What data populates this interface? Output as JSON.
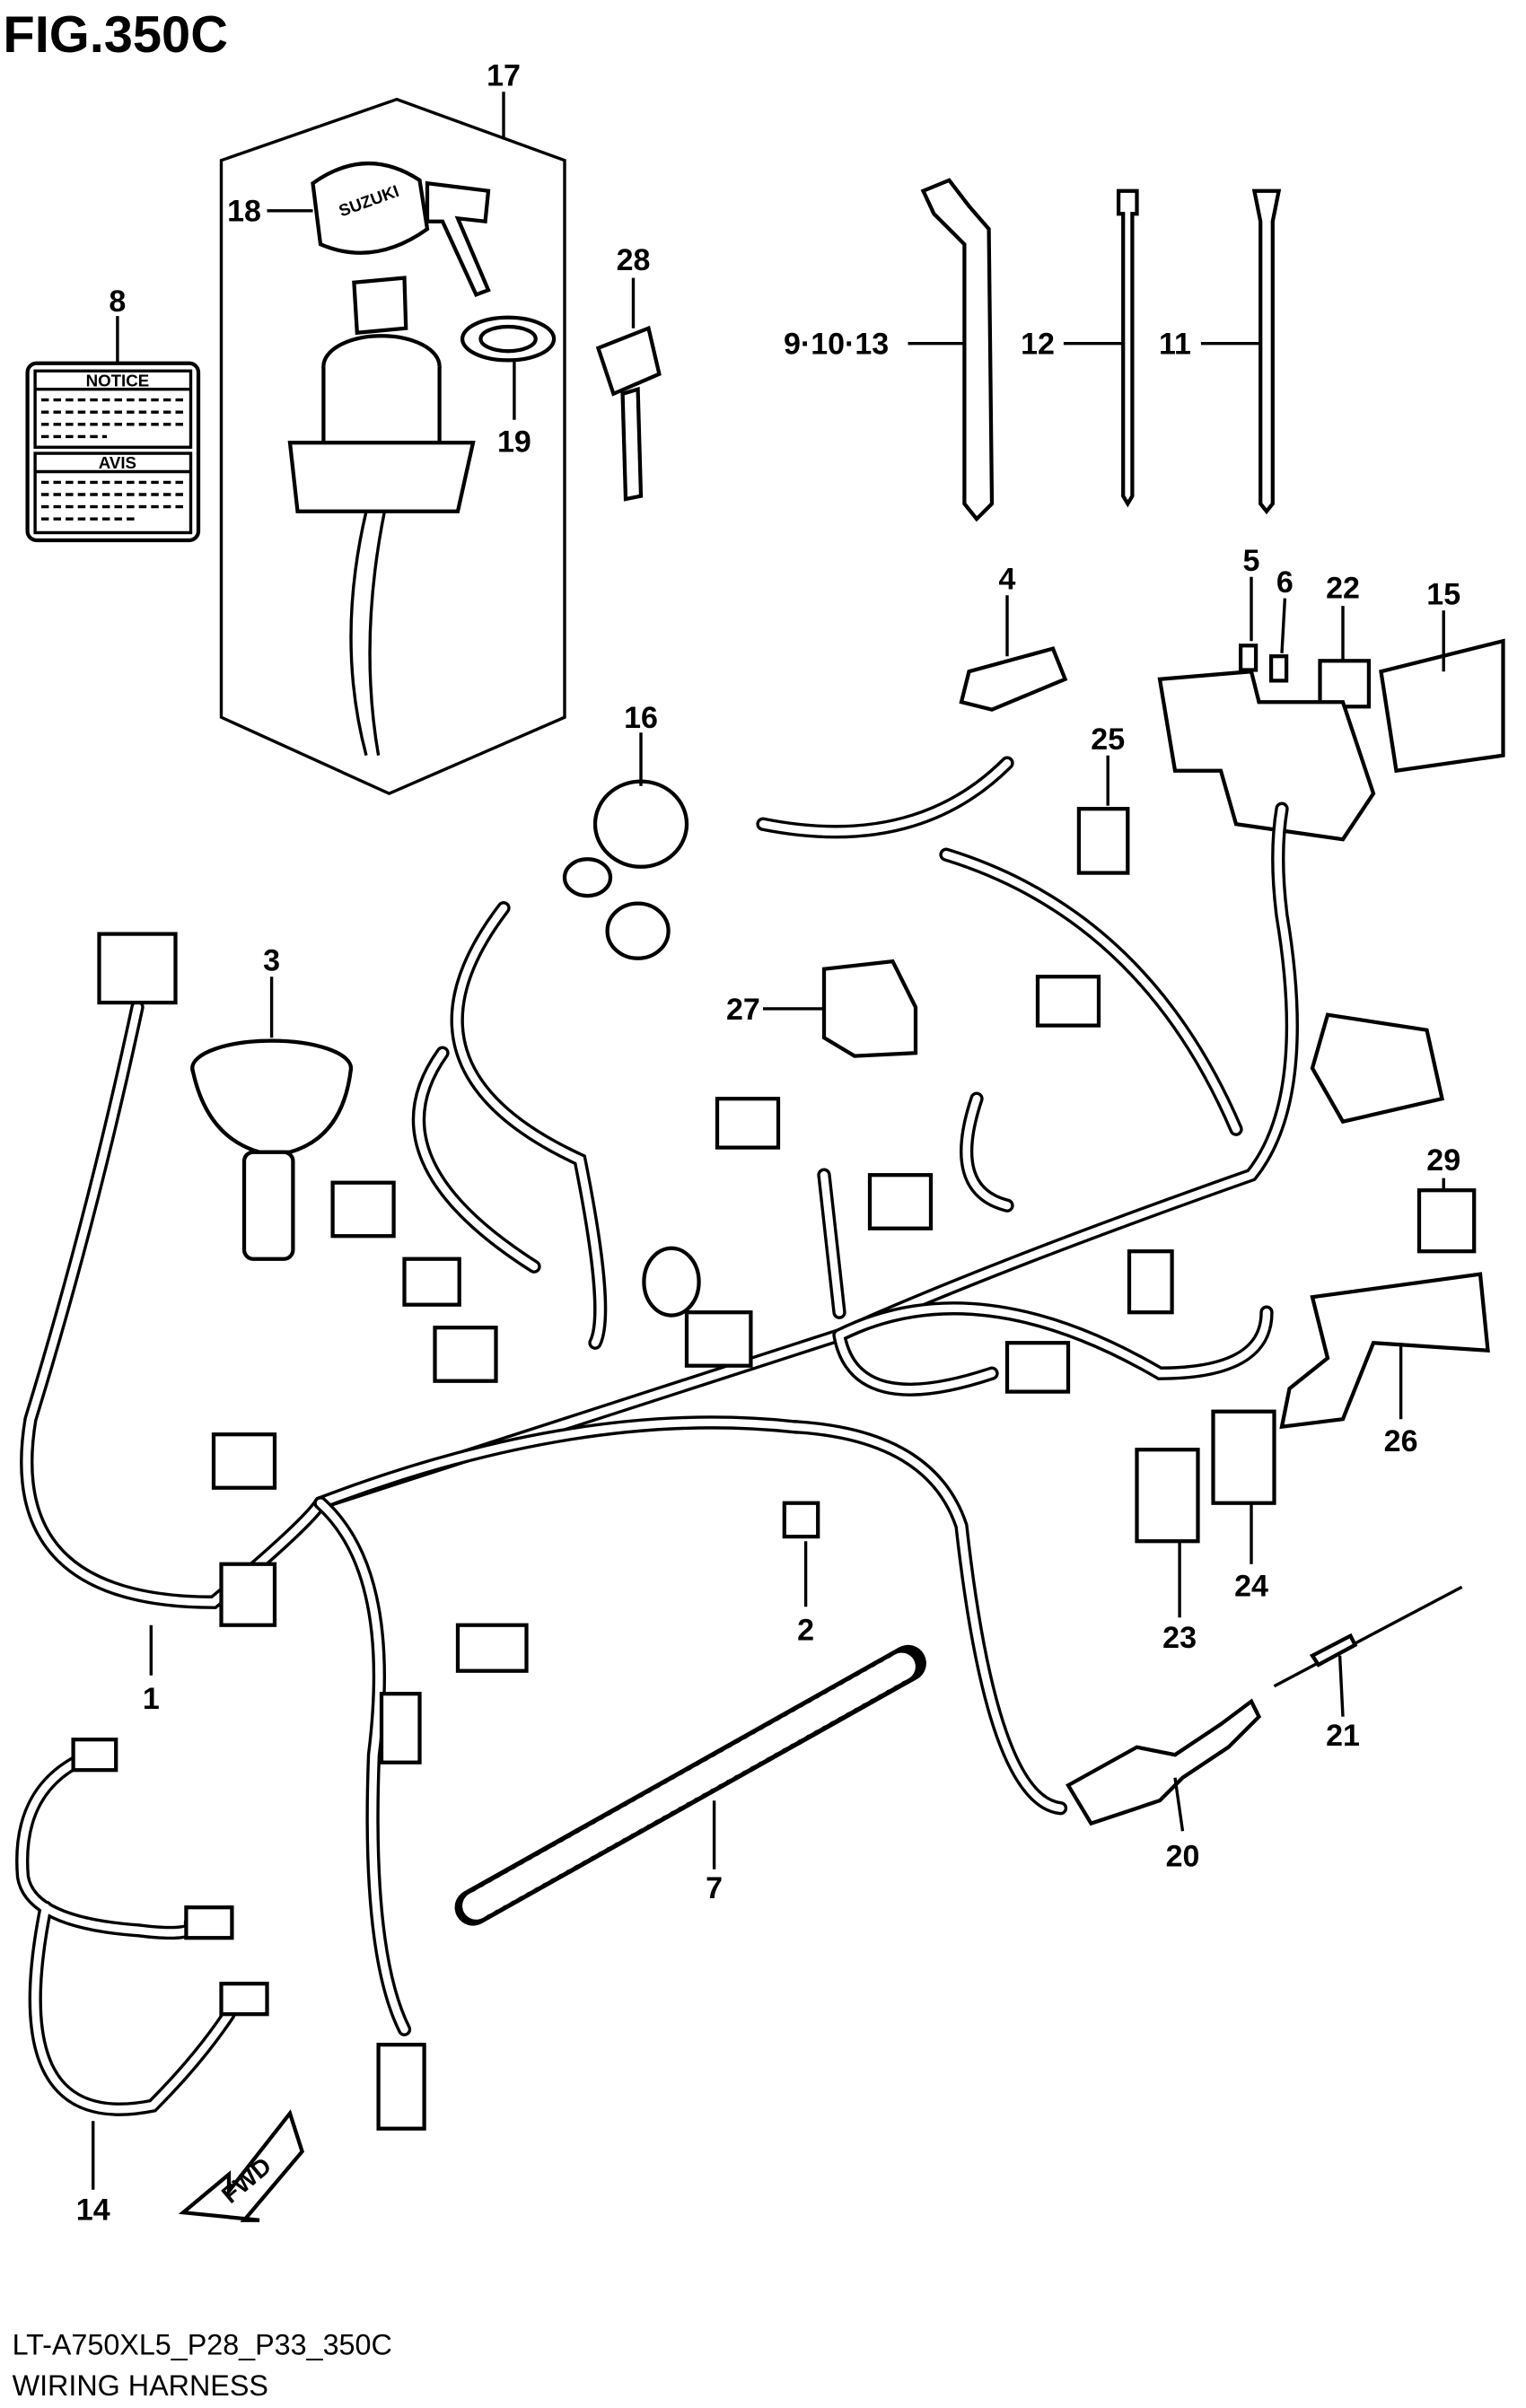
{
  "figure": {
    "title": "FIG.350C",
    "model_code": "LT-A750XL5_P28_P33_350C",
    "caption": "WIRING HARNESS",
    "fwd_label": "FWD",
    "notice_label": {
      "heading1": "NOTICE",
      "heading2": "AVIS"
    },
    "key_brand": "SUZUKI"
  },
  "callouts": [
    {
      "id": "1",
      "label": "1"
    },
    {
      "id": "2",
      "label": "2"
    },
    {
      "id": "3",
      "label": "3"
    },
    {
      "id": "4",
      "label": "4"
    },
    {
      "id": "5",
      "label": "5"
    },
    {
      "id": "6",
      "label": "6"
    },
    {
      "id": "7",
      "label": "7"
    },
    {
      "id": "8",
      "label": "8"
    },
    {
      "id": "9-10-13",
      "label": "9·10·13"
    },
    {
      "id": "11",
      "label": "11"
    },
    {
      "id": "12",
      "label": "12"
    },
    {
      "id": "14",
      "label": "14"
    },
    {
      "id": "15",
      "label": "15"
    },
    {
      "id": "16",
      "label": "16"
    },
    {
      "id": "17",
      "label": "17"
    },
    {
      "id": "18",
      "label": "18"
    },
    {
      "id": "19",
      "label": "19"
    },
    {
      "id": "20",
      "label": "20"
    },
    {
      "id": "21",
      "label": "21"
    },
    {
      "id": "22",
      "label": "22"
    },
    {
      "id": "23",
      "label": "23"
    },
    {
      "id": "24",
      "label": "24"
    },
    {
      "id": "25",
      "label": "25"
    },
    {
      "id": "26",
      "label": "26"
    },
    {
      "id": "27",
      "label": "27"
    },
    {
      "id": "28",
      "label": "28"
    },
    {
      "id": "29",
      "label": "29"
    }
  ]
}
